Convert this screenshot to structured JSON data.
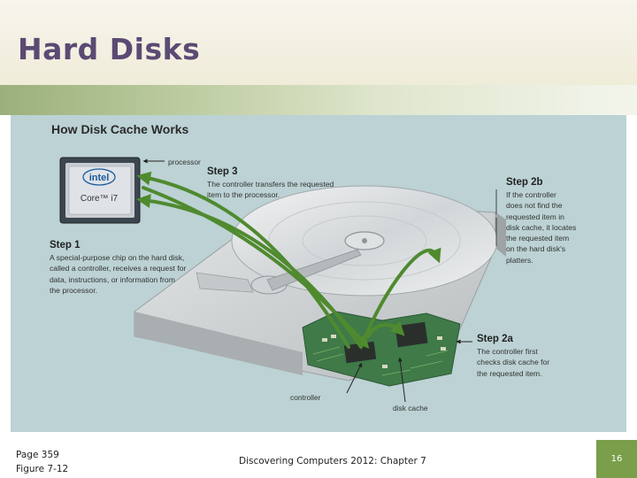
{
  "slide": {
    "title": "Hard Disks",
    "page_number": "16"
  },
  "figure": {
    "title": "How Disk Cache Works",
    "labels": {
      "processor": "processor",
      "controller": "controller",
      "disk_cache": "disk cache"
    },
    "steps": [
      {
        "heading": "Step 1",
        "lines": [
          "A special-purpose chip on the hard disk,",
          "called a controller, receives a request for",
          "data, instructions, or information from",
          "the processor."
        ]
      },
      {
        "heading": "Step 2a",
        "lines": [
          "The controller first",
          "checks disk cache for",
          "the requested item."
        ]
      },
      {
        "heading": "Step 2b",
        "lines": [
          "If the controller",
          "does not find the",
          "requested item in",
          "disk cache, it locates",
          "the requested item",
          "on the hard disk's",
          "platters."
        ]
      },
      {
        "heading": "Step 3",
        "lines": [
          "The controller transfers the requested",
          "item to the processor."
        ]
      }
    ],
    "chip": {
      "brand": "intel",
      "model": "Core™ i7"
    },
    "colors": {
      "background": "#bcd2d4",
      "arrow": "#4f8a2f",
      "drive_case": "#c9ced0",
      "circuit_board": "#3f7a48"
    }
  },
  "footer": {
    "page_ref": "Page 359",
    "figure_ref": "Figure 7-12",
    "book": "Discovering Computers 2012: Chapter 7"
  }
}
